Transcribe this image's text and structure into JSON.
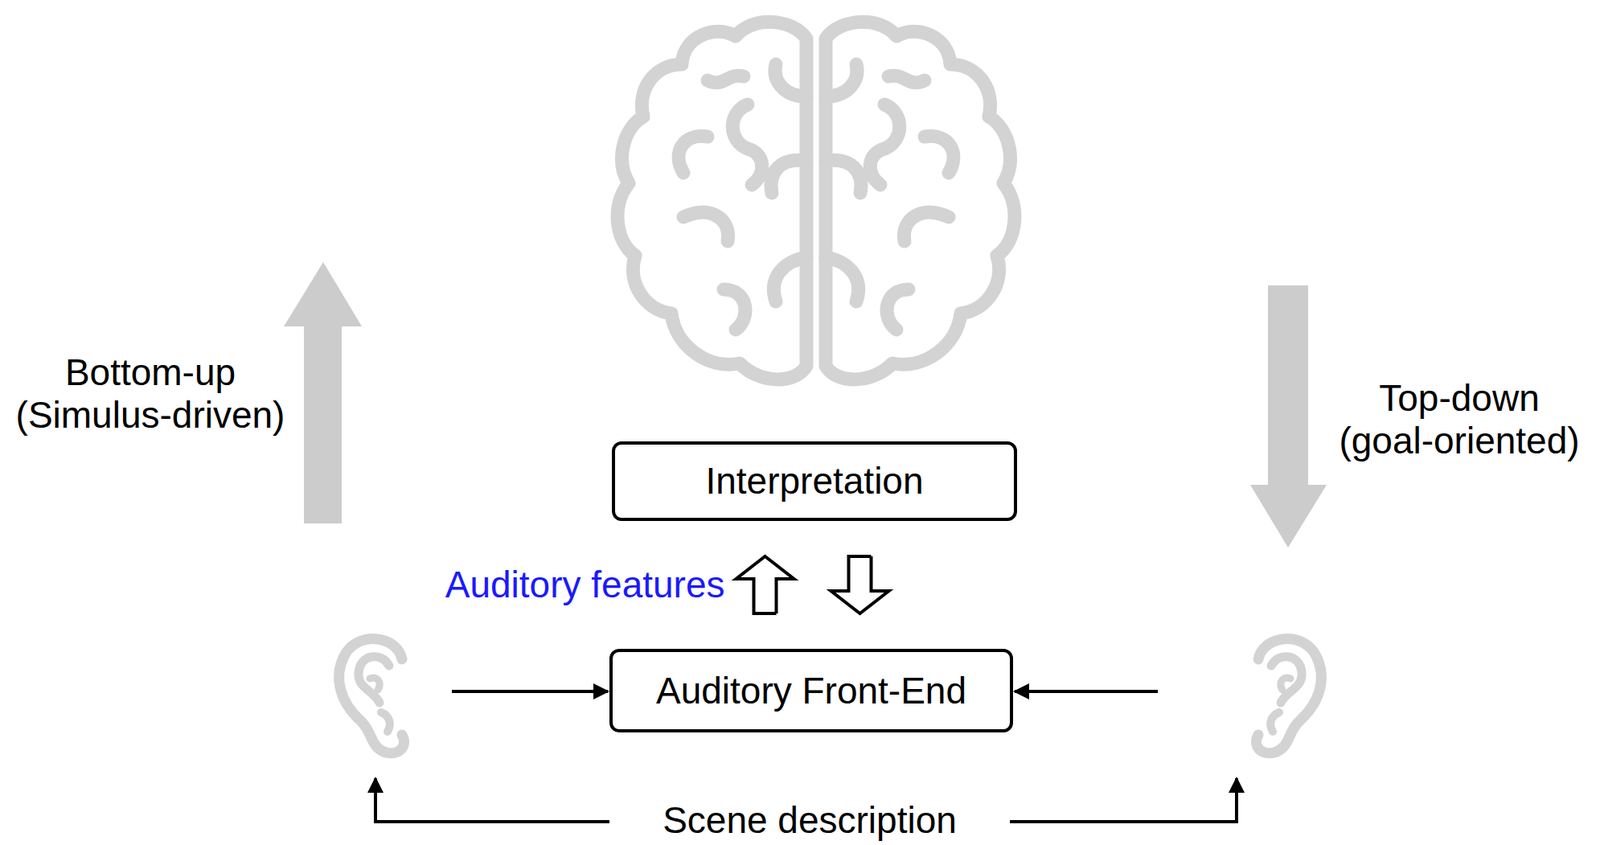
{
  "diagram": {
    "nodes": [
      {
        "text": [
          "Interpretation"
        ]
      },
      {
        "text": [
          "Auditory Front-End"
        ]
      }
    ],
    "edges": [
      {
        "from": 1,
        "to": 0,
        "arrow": "to",
        "label": "Auditory features"
      },
      {
        "from": 0,
        "to": 1,
        "arrow": "to"
      }
    ],
    "labels": [
      "Bottom-up (Simulus-driven)",
      "Top-down (goal-oriented)",
      "Scene description"
    ]
  }
}
